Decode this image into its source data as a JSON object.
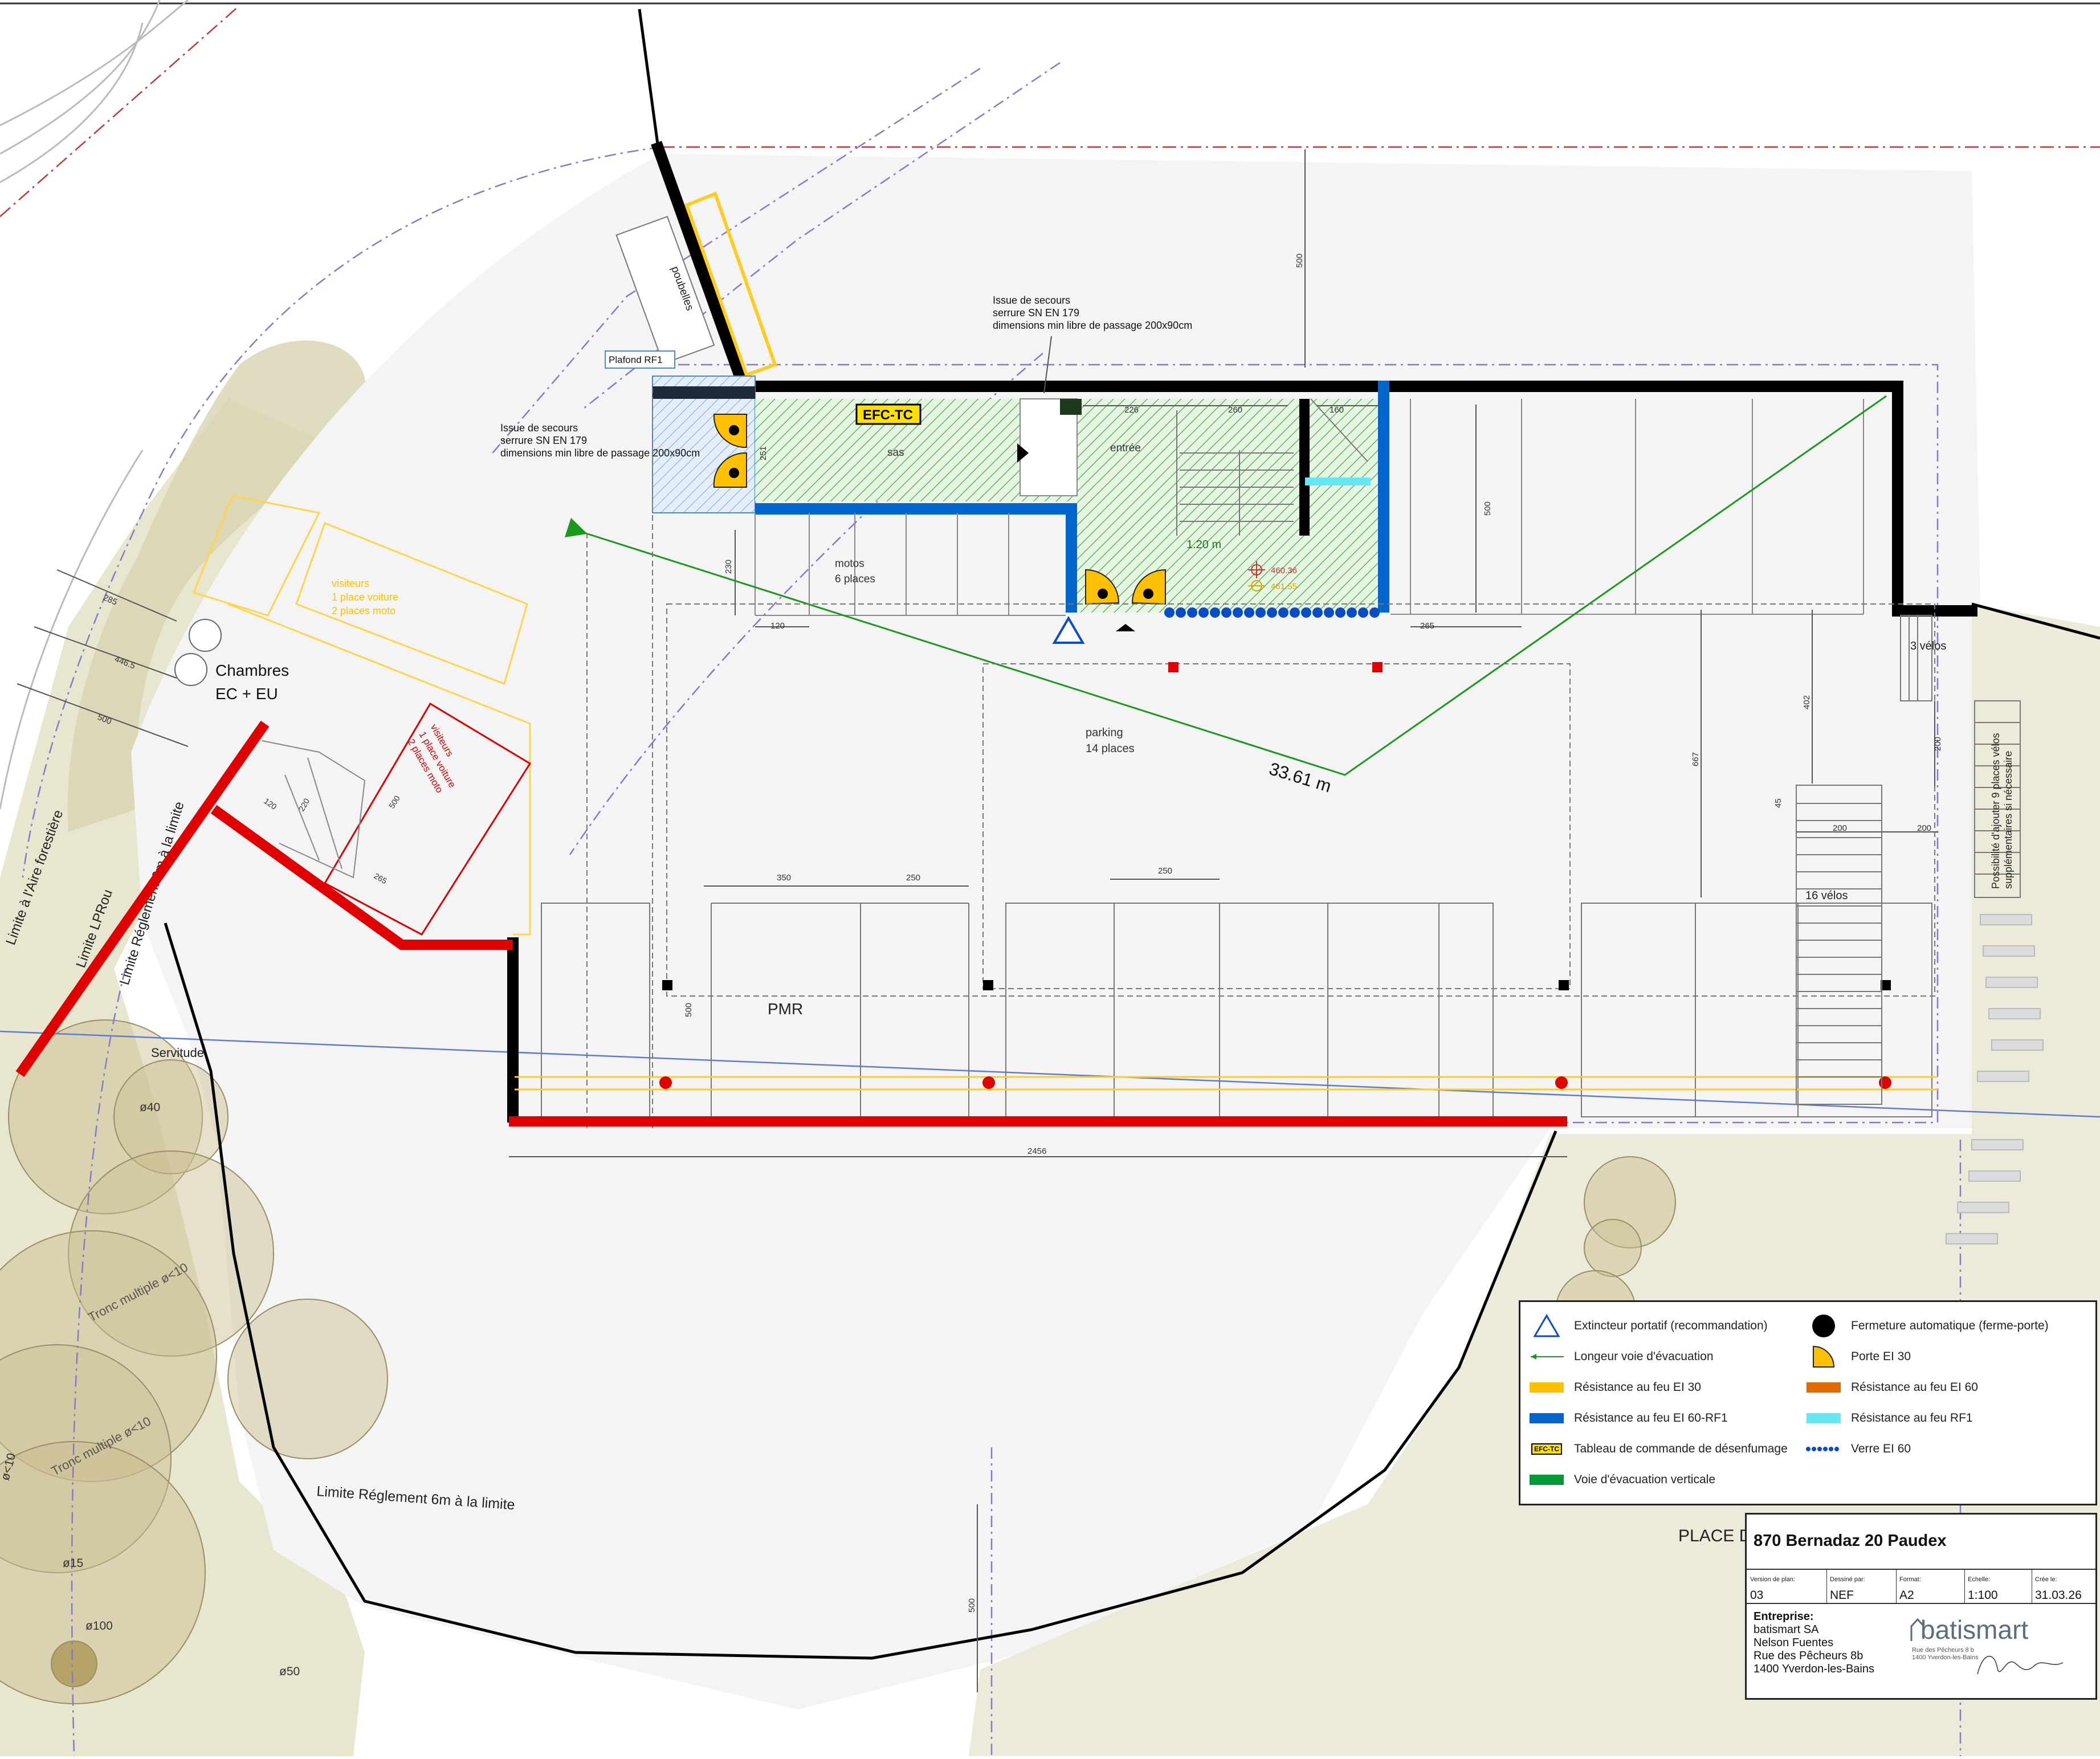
{
  "labels": {
    "plafond": "Plafond RF1",
    "issue_top": [
      "Issue de secours",
      "serrure SN EN 179",
      "dimensions min libre de passage 200x90cm"
    ],
    "issue_left": [
      "Issue de secours",
      "serrure SN EN 179",
      "dimensions min libre de passage 200x90cm"
    ],
    "poubelles": "poubelles",
    "efc": "EFC-TC",
    "sas": "sas",
    "entree": "entrée",
    "motos": [
      "motos",
      "6 places"
    ],
    "parking": [
      "parking",
      "14 places"
    ],
    "visiteurs_yellow": [
      "visiteurs",
      "1 place voiture",
      "2 places moto"
    ],
    "visiteurs_red": [
      "visiteurs",
      "1 place voiture",
      "2 places moto"
    ],
    "chambres": [
      "Chambres",
      "EC + EU"
    ],
    "velos3": "3 vélos",
    "velos16": "16 vélos",
    "velos_note": [
      "Possibilité d'ajouter 9 places vélos",
      "supplémentaires si nécessaire"
    ],
    "pmr": "PMR",
    "servitude": "Servitude",
    "limite_reglement_bottom": "Limite Réglement 6m à la limite",
    "limite_reglement_left": "Limite Réglement 6m à la limite",
    "limite_lprou": "Limite LPRou",
    "limite_aire": "Limite à l'Aire forestière",
    "tronc1": "Tronc multiple ø<10",
    "tronc2": "Tronc multiple ø<10",
    "place": "PLACE D",
    "distance": "33.61 m",
    "h120": "1.20 m",
    "alt1": "460.36",
    "alt2": "461.55",
    "trees": [
      "ø40",
      "ø15",
      "ø100",
      "ø50",
      "ø<10"
    ]
  },
  "dimensions": {
    "d500_top": "500",
    "d226": "226",
    "d260": "260",
    "d160": "160",
    "d500_right": "500",
    "d251": "251",
    "d230": "230",
    "d120_motos": "120",
    "d265_top": "265",
    "d402": "402",
    "d667": "667",
    "d200_v": "200",
    "d45": "45",
    "d200_a": "200",
    "d200_b": "200",
    "d350": "350",
    "d250_a": "250",
    "d250_b": "250",
    "d500_pmr": "500",
    "d2456": "2456",
    "d500_bottom": "500",
    "d285": "285",
    "d4465": "446.5",
    "d500_left": "500",
    "d120_vis": "120",
    "d220_vis": "220",
    "d500_vis": "500",
    "d265_vis": "265"
  },
  "legend": [
    {
      "symbol": "triangle-icon",
      "label": "Extincteur portatif (recommandation)"
    },
    {
      "symbol": "green-arrow",
      "label": "Longeur voie d'évacuation"
    },
    {
      "symbol": "bar",
      "color": "#ffc000",
      "label": "Résistance au feu EI 30"
    },
    {
      "symbol": "bar",
      "color": "#0066cc",
      "label": "Résistance au feu EI 60-RF1"
    },
    {
      "symbol": "efc",
      "text": "EFC-TC",
      "label": "Tableau de commande de désenfumage"
    },
    {
      "symbol": "bar",
      "color": "#009933",
      "label": "Voie d'évacuation verticale"
    },
    {
      "symbol": "dot-icon",
      "label": "Fermeture automatique (ferme-porte)"
    },
    {
      "symbol": "door-icon",
      "label": "Porte EI 30"
    },
    {
      "symbol": "bar",
      "color": "#e06c00",
      "label": "Résistance au feu EI 60"
    },
    {
      "symbol": "bar",
      "color": "#66e8f2",
      "label": "Résistance au feu RF1"
    },
    {
      "symbol": "blue-dots",
      "label": "Verre EI 60"
    }
  ],
  "cartouche": {
    "title": "870 Bernadaz 20 Paudex",
    "headers": [
      "Version de plan:",
      "Dessiné par:",
      "Format:",
      "Echelle:",
      "Crée le:"
    ],
    "values": [
      "03",
      "NEF",
      "A2",
      "1:100",
      "31.03.26"
    ],
    "entreprise_label": "Entreprise:",
    "entreprise": [
      "batismart SA",
      "Nelson Fuentes",
      "Rue des Pêcheurs 8b",
      "1400 Yverdon-les-Bains"
    ],
    "logo": "batismart",
    "logo_sub": [
      "Rue des Pêcheurs 8 b",
      "1400 Yverdon-les-Bains"
    ]
  },
  "colors": {
    "ei30": "#ffc000",
    "ei60rf1": "#0066cc",
    "ei60": "#e06c00",
    "red": "#e00000",
    "green": "#1a9a1a",
    "wall": "#000000",
    "forest": "#ecebd9",
    "site": "#f4f4f4"
  }
}
